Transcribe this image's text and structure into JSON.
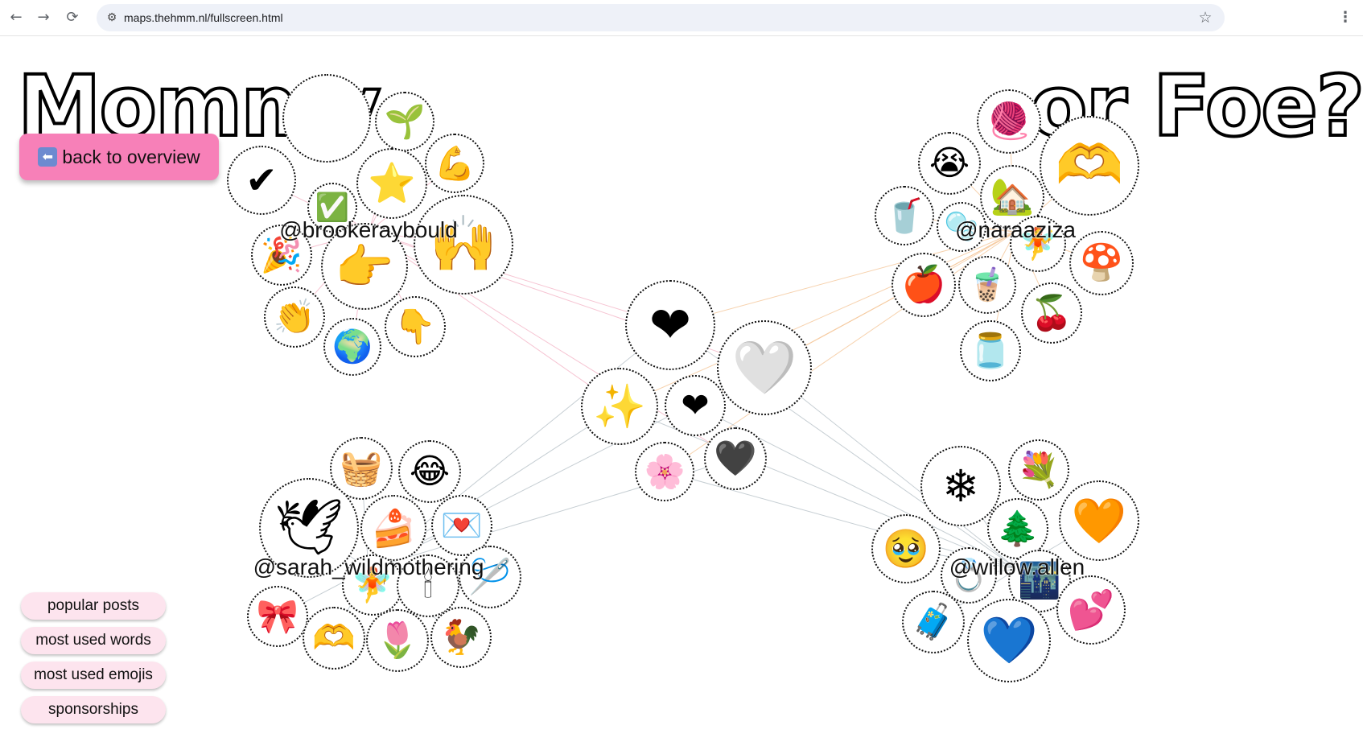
{
  "browser": {
    "url": "maps.thehmm.nl/fullscreen.html",
    "back_icon": "←",
    "forward_icon": "→",
    "reload_icon": "⟳",
    "site_settings_icon": "⚙",
    "bookmark_icon": "☆",
    "menu_icon": "⋮"
  },
  "page": {
    "title_left": "Mommy",
    "title_right": "or Foe?",
    "back_button_label": "back to overview",
    "back_button_icon": "⬅"
  },
  "side_menu": [
    {
      "label": "popular posts"
    },
    {
      "label": "most used words"
    },
    {
      "label": "most used emojis"
    },
    {
      "label": "sponsorships"
    }
  ],
  "colors": {
    "accent_pink": "#f780b8",
    "side_button_bg": "#fde4ee",
    "link_pink": "#f4b6c8",
    "link_orange": "#f5c79a",
    "link_gray": "#b9c3c9"
  },
  "clusters": [
    {
      "name": "@brookeraybould",
      "emojis": [
        "✔",
        "🌱",
        "💪",
        "⭐",
        "✅",
        "🎉",
        "👉",
        "🙌",
        "👏",
        "🌍",
        "👇"
      ]
    },
    {
      "name": "@naraaziza",
      "emojis": [
        "🧶",
        "😭",
        "🫶",
        "🏡",
        "🥤",
        "🫧",
        "🧚",
        "🍄",
        "🍎",
        "🧋",
        "🍒",
        "🫙"
      ]
    },
    {
      "name": "@sarah_wildmothering",
      "emojis": [
        "🧺",
        "😂",
        "🕊",
        "🍰",
        "💌",
        "🧚",
        "🕯",
        "🪡",
        "🎀",
        "🫶",
        "🌷",
        "🐓"
      ]
    },
    {
      "name": "@willow.allen",
      "emojis": [
        "❄",
        "💐",
        "🧡",
        "🌲",
        "🥹",
        "💍",
        "🌃",
        "💕",
        "🧳",
        "💙"
      ]
    }
  ],
  "shared_emojis": [
    "❤",
    "🤍",
    "✨",
    "❤",
    "🖤",
    "🌸"
  ]
}
